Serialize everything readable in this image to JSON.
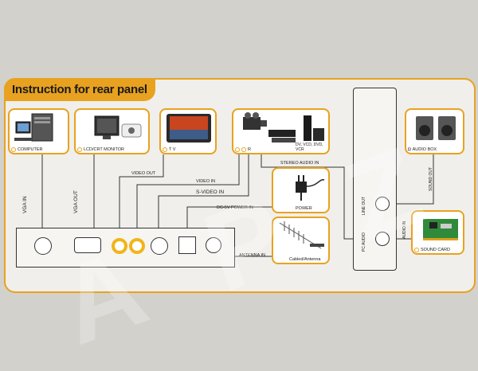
{
  "title": "Instruction for rear panel",
  "devices": {
    "computer": "COMPUTER",
    "monitor": "LCD/CRT MONITOR",
    "tv": "T V",
    "dvd": "DV, VCD, DVD, VCR",
    "dvd_lr": "R",
    "audio_box": "AUDIO BOX",
    "power": "POWER",
    "antenna": "Cabled/Antenna",
    "sound_card": "SOUND CARD"
  },
  "signals": {
    "vga_in": "VGA IN",
    "vga_out": "VGA OUT",
    "video_out": "VIDEO OUT",
    "video_in": "VIDEO IN",
    "s_video_in": "S-VIDEO IN",
    "dc_power_in": "DC-5V POWER IN",
    "antenna_in": "ANTENNA IN",
    "stereo_audio_in": "STEREO AUDIO IN",
    "sound_out": "SOUND OUT",
    "audio_in": "AUDIO IN",
    "line_out": "LINE OUT",
    "pc_audio": "PC AUDIO"
  },
  "colors": {
    "accent": "#e8a21f",
    "rca_yellow": "#f2b418",
    "wire": "#333333"
  },
  "watermark": "A P Z E"
}
